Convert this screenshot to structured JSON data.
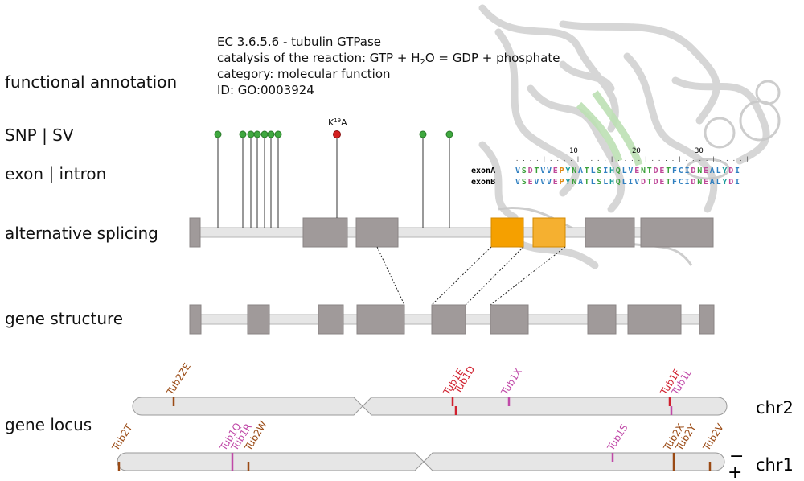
{
  "annotation": {
    "ec_line": "EC 3.6.5.6 - tubulin GTPase",
    "reaction_prefix": "catalysis of the reaction:   GTP + H",
    "reaction_sub": "2",
    "reaction_suffix": "O = GDP + phosphate",
    "category": "category:   molecular function",
    "id": "ID:   GO:0003924"
  },
  "labels": {
    "functional": "functional annotation",
    "snp": "SNP | SV",
    "exon": "exon | intron",
    "splicing": "alternative splicing",
    "structure": "gene structure",
    "locus": "gene locus"
  },
  "snp": {
    "mutation_base": "K",
    "mutation_sup": "19",
    "mutation_aa": "A"
  },
  "alignment": {
    "ruler": ". . . . | . . . . | . . . . | . . . . | . . . . | . . . . | . . . . |",
    "ticks": [
      "10",
      "20",
      "30"
    ],
    "rows": [
      {
        "name": "exonA",
        "seq": "VSDTVVEPYNATLSIHQLVENTDETFCIDNEALYDI"
      },
      {
        "name": "exonB",
        "seq": "VSEVVVEPYNATLSLHQLIVDTDETFCIDNEALYDI"
      }
    ]
  },
  "chromosomes": {
    "chr2": "chr2",
    "chr1": "chr1",
    "minus": "−",
    "plus": "+"
  },
  "genes_chr2": [
    "Tub2ZE",
    "Tub1E",
    "Tub1D",
    "Tub1X",
    "Tub1F",
    "Tub1L"
  ],
  "genes_chr1": [
    "Tub2T",
    "Tub1Q",
    "Tub1R",
    "Tub2W",
    "Tub1S",
    "Tub2X",
    "Tub2Y",
    "Tub2V"
  ],
  "colors": {
    "exon": "#a09a9a",
    "alt_exon": "#f5a000",
    "intron": "#e6e6e6",
    "snp": "#3fa83f",
    "mutation": "#d42020",
    "brown": "#9a4a14",
    "red": "#d0202e",
    "magenta": "#c04aa8"
  }
}
